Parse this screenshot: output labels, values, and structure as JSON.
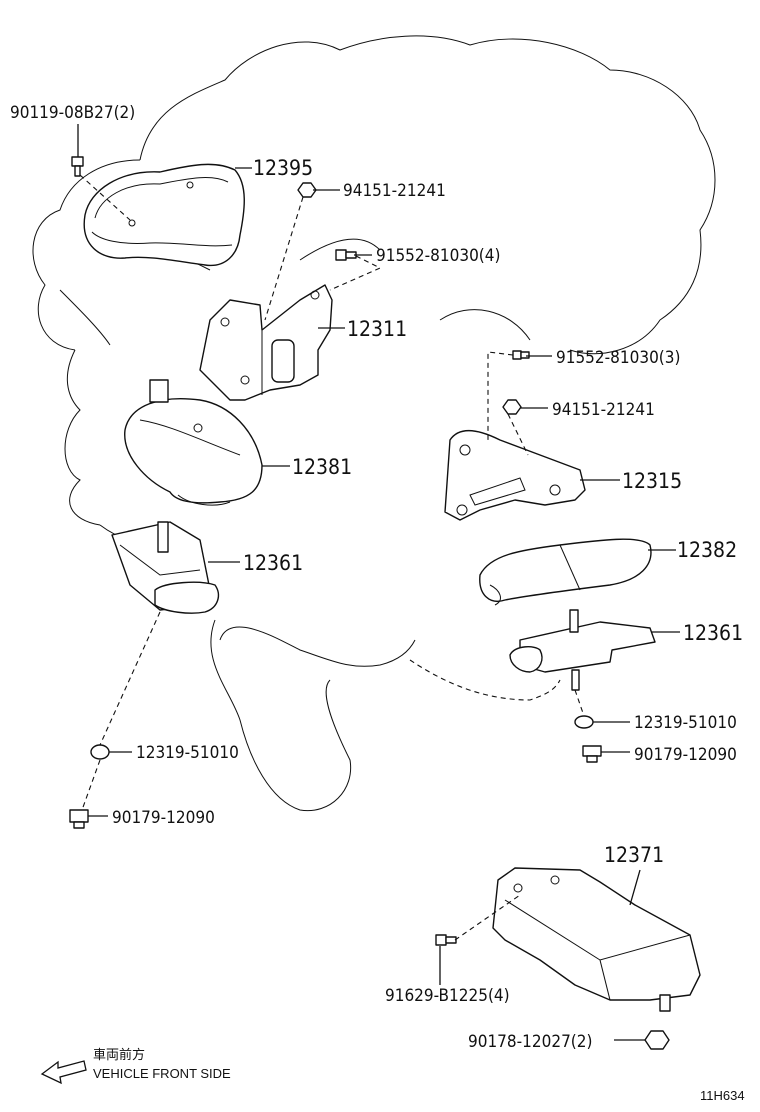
{
  "labels": {
    "p90119": "90119-08B27(2)",
    "p12395": "12395",
    "p94151a": "94151-21241",
    "p91552a": "91552-81030(4)",
    "p12311": "12311",
    "p91552b": "91552-81030(3)",
    "p94151b": "94151-21241",
    "p12381": "12381",
    "p12315": "12315",
    "p12382": "12382",
    "p12361a": "12361",
    "p12361b": "12361",
    "p12319b": "12319-51010",
    "p90179b": "90179-12090",
    "p12319a": "12319-51010",
    "p90179a": "90179-12090",
    "p12371": "12371",
    "p91629": "91629-B1225(4)",
    "p90178": "90178-12027(2)"
  },
  "note": {
    "jp": "車両前方",
    "en": "VEHICLE FRONT SIDE"
  },
  "code": "11H634"
}
